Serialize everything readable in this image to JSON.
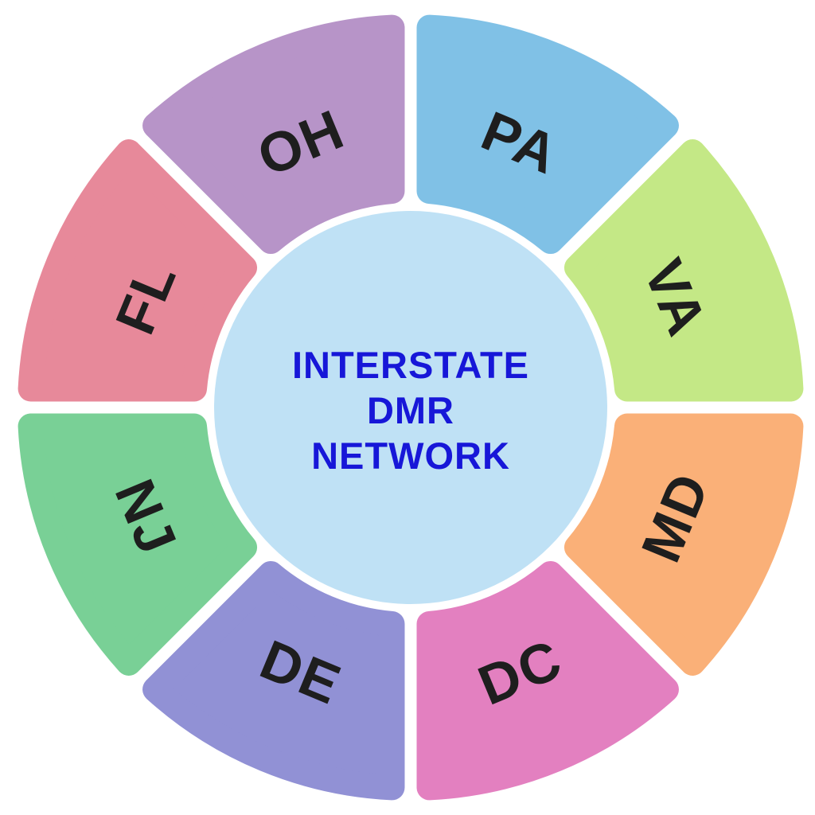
{
  "title": "Interstate DMR Network wheel diagram",
  "center": {
    "line1": "INTERSTATE",
    "line2": "DMR",
    "line3": "NETWORK",
    "text_color": "#1717d8",
    "bg_color": "#bfe1f5"
  },
  "wheel": {
    "label_color": "#1e1e1e",
    "gap_color": "#ffffff",
    "segments": [
      {
        "label": "PA",
        "color": "#80c1e6"
      },
      {
        "label": "VA",
        "color": "#c4e886"
      },
      {
        "label": "MD",
        "color": "#fab078"
      },
      {
        "label": "DC",
        "color": "#e380c0"
      },
      {
        "label": "DE",
        "color": "#9191d5"
      },
      {
        "label": "NJ",
        "color": "#79d096"
      },
      {
        "label": "FL",
        "color": "#e7899a"
      },
      {
        "label": "OH",
        "color": "#b794c8"
      }
    ]
  }
}
